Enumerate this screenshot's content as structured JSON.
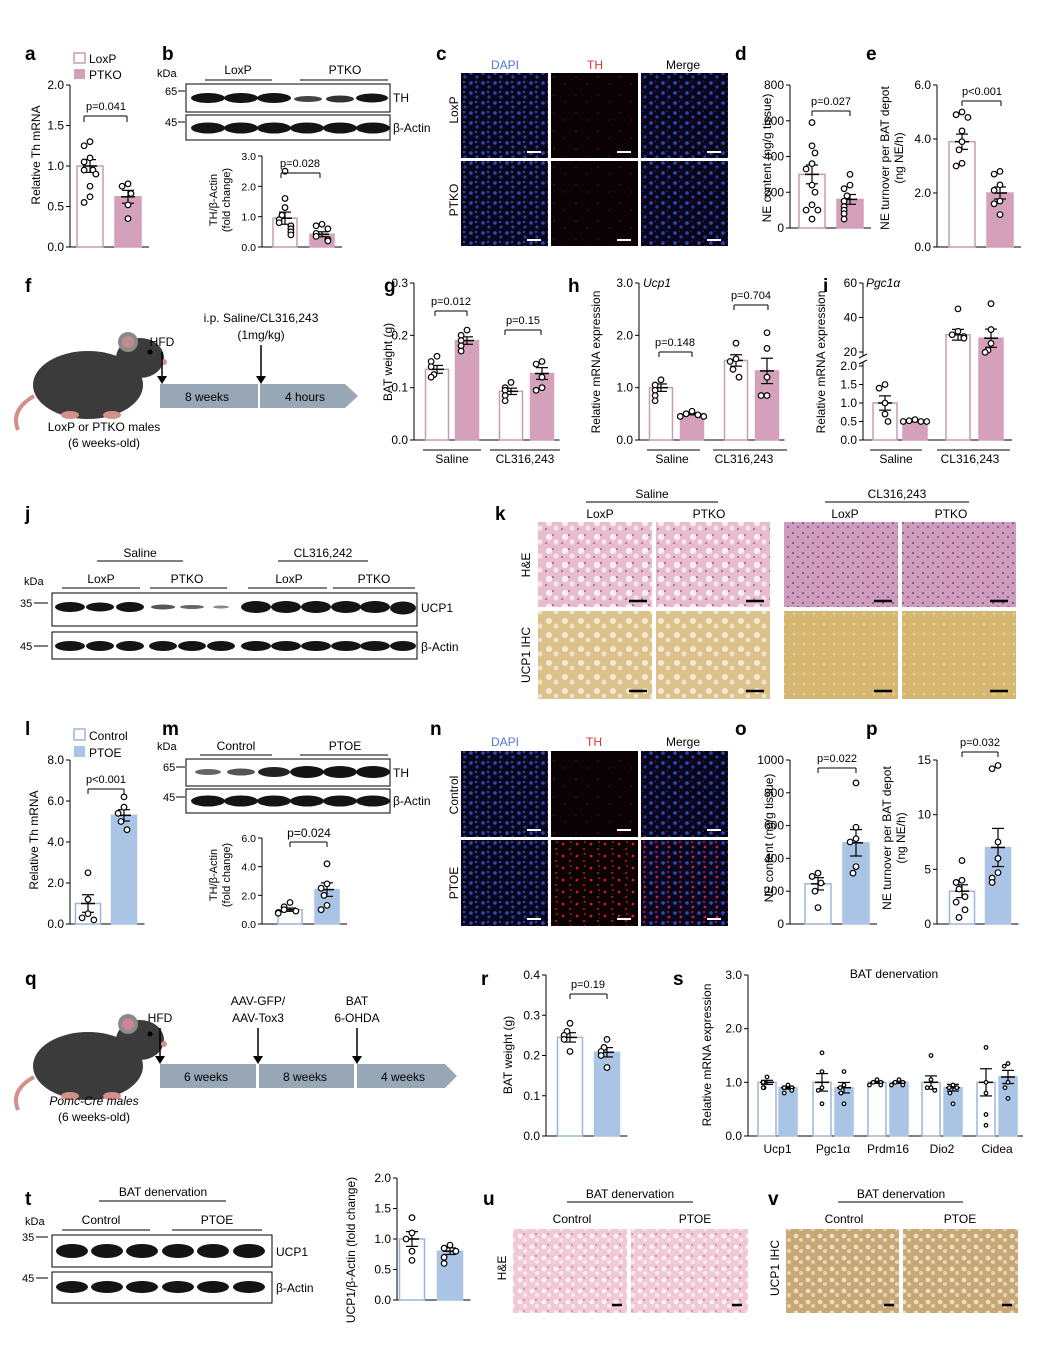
{
  "colors": {
    "loxp_edge": "#c79bb4",
    "ptko_fill": "#d5a1ba",
    "ctrl_edge": "#9bb6d8",
    "ptoe_fill": "#a9c4e5",
    "arrow": "#98a7b5",
    "dapi": "#5572d6",
    "th": "#d93636"
  },
  "panels": {
    "a": {
      "letter": "a",
      "legend": [
        "LoxP",
        "PTKO"
      ],
      "ylabel": "Relative Th mRNA",
      "p": "p=0.041"
    },
    "b": {
      "letter": "b",
      "kda": "kDa",
      "groups": [
        "LoxP",
        "PTKO"
      ],
      "markers": [
        "65",
        "45"
      ],
      "bands": [
        "TH",
        "β-Actin"
      ],
      "ylabel1": "TH/β-Actin",
      "ylabel2": "(fold change)",
      "p": "p=0.028"
    },
    "c": {
      "letter": "c",
      "cols": [
        "DAPI",
        "TH",
        "Merge"
      ],
      "rows": [
        "LoxP",
        "PTKO"
      ]
    },
    "d": {
      "letter": "d",
      "ylabel": "NE content (ng/g tissue)",
      "p": "p=0.027"
    },
    "e": {
      "letter": "e",
      "ylabel1": "NE turnover per BAT depot",
      "ylabel2": "(ng NE/h)",
      "p": "p<0.001"
    },
    "f": {
      "letter": "f",
      "hfd": "HFD",
      "inj1": "i.p. Saline/CL316,243",
      "inj2": "(1mg/kg)",
      "seg1": "8 weeks",
      "seg2": "4 hours",
      "mouse1": "LoxP or PTKO males",
      "mouse2": "(6 weeks-old)"
    },
    "g": {
      "letter": "g",
      "ylabel": "BAT weight (g)",
      "groups": [
        "Saline",
        "CL316,243"
      ],
      "p1": "p=0.012",
      "p2": "p=0.15"
    },
    "h": {
      "letter": "h",
      "title": "Ucp1",
      "ylabel": "Relative mRNA expression",
      "groups": [
        "Saline",
        "CL316,243"
      ],
      "p1": "p=0.148",
      "p2": "p=0.704"
    },
    "i": {
      "letter": "i",
      "title": "Pgc1α",
      "ylabel": "Relative mRNA expression",
      "groups": [
        "Saline",
        "CL316,243"
      ]
    },
    "j": {
      "letter": "j",
      "kda": "kDa",
      "treat": [
        "Saline",
        "CL316,242"
      ],
      "groups": [
        "LoxP",
        "PTKO",
        "LoxP",
        "PTKO"
      ],
      "markers": [
        "35",
        "45"
      ],
      "bands": [
        "UCP1",
        "β-Actin"
      ]
    },
    "k": {
      "letter": "k",
      "treat": [
        "Saline",
        "CL316,243"
      ],
      "cols": [
        "LoxP",
        "PTKO",
        "LoxP",
        "PTKO"
      ],
      "rows": [
        "H&E",
        "UCP1 IHC"
      ]
    },
    "l": {
      "letter": "l",
      "legend": [
        "Control",
        "PTOE"
      ],
      "ylabel": "Relative Th mRNA",
      "p": "p<0.001"
    },
    "m": {
      "letter": "m",
      "kda": "kDa",
      "groups": [
        "Control",
        "PTOE"
      ],
      "markers": [
        "65",
        "45"
      ],
      "bands": [
        "TH",
        "β-Actin"
      ],
      "ylabel1": "TH/β-Actin",
      "ylabel2": "(fold change)",
      "p": "p=0.024"
    },
    "n": {
      "letter": "n",
      "cols": [
        "DAPI",
        "TH",
        "Merge"
      ],
      "rows": [
        "Control",
        "PTOE"
      ]
    },
    "o": {
      "letter": "o",
      "ylabel": "NE content (ng/g tissue)",
      "p": "p=0.022"
    },
    "p": {
      "letter": "p",
      "ylabel1": "NE turnover per BAT depot",
      "ylabel2": "(ng NE/h)",
      "p": "p=0.032"
    },
    "q": {
      "letter": "q",
      "hfd": "HFD",
      "inj1": "AAV-GFP/",
      "inj2": "AAV-Tox3",
      "bat1": "BAT",
      "bat2": "6-OHDA",
      "seg1": "6 weeks",
      "seg2": "8 weeks",
      "seg3": "4 weeks",
      "mouse1": "Pomc-Cre males",
      "mouse2": "(6 weeks-old)"
    },
    "r": {
      "letter": "r",
      "ylabel": "BAT weight (g)",
      "p": "p=0.19"
    },
    "s": {
      "letter": "s",
      "title": "BAT denervation",
      "ylabel": "Relative mRNA expression",
      "genes": [
        "Ucp1",
        "Pgc1α",
        "Prdm16",
        "Dio2",
        "Cidea"
      ]
    },
    "t": {
      "letter": "t",
      "title": "BAT denervation",
      "kda": "kDa",
      "groups": [
        "Control",
        "PTOE"
      ],
      "markers": [
        "35",
        "45"
      ],
      "bands": [
        "UCP1",
        "β-Actin"
      ],
      "ylabel": "UCP1/β-Actin (fold change)"
    },
    "u": {
      "letter": "u",
      "title": "BAT denervation",
      "cols": [
        "Control",
        "PTOE"
      ],
      "row": "H&E"
    },
    "v": {
      "letter": "v",
      "title": "BAT denervation",
      "cols": [
        "Control",
        "PTOE"
      ],
      "row": "UCP1 IHC"
    }
  },
  "chart_data": [
    {
      "panel": "a",
      "type": "bar",
      "series": [
        {
          "name": "LoxP",
          "values": [
            1.0
          ],
          "points": [
            1.3,
            1.25,
            1.1,
            1.05,
            0.95,
            0.9,
            0.75,
            0.62,
            0.55,
            0.95
          ]
        },
        {
          "name": "PTKO",
          "values": [
            0.62
          ],
          "points": [
            0.78,
            0.75,
            0.66,
            0.52,
            0.35
          ]
        }
      ],
      "ylim": [
        0,
        2.0
      ],
      "ticks": [
        0.0,
        0.5,
        1.0,
        1.5,
        2.0
      ]
    },
    {
      "panel": "b",
      "type": "bar",
      "categories": [
        "LoxP",
        "PTKO"
      ],
      "values": [
        0.95,
        0.42
      ],
      "points": [
        [
          2.5,
          1.6,
          1.3,
          1.05,
          0.9,
          0.8,
          0.7,
          0.6,
          0.5,
          0.4
        ],
        [
          0.75,
          0.7,
          0.6,
          0.45,
          0.35,
          0.25,
          0.2
        ]
      ],
      "ylim": [
        0,
        3.0
      ],
      "ticks": [
        0.0,
        1.0,
        2.0,
        3.0
      ]
    },
    {
      "panel": "d",
      "type": "bar",
      "categories": [
        "LoxP",
        "PTKO"
      ],
      "values": [
        300,
        160
      ],
      "points": [
        [
          590,
          460,
          420,
          360,
          330,
          240,
          200,
          130,
          100,
          100,
          50
        ],
        [
          300,
          240,
          220,
          180,
          150,
          120,
          100,
          80,
          50
        ]
      ],
      "ylim": [
        0,
        800
      ],
      "ticks": [
        0,
        200,
        400,
        600,
        800
      ]
    },
    {
      "panel": "e",
      "type": "bar",
      "categories": [
        "LoxP",
        "PTKO"
      ],
      "values": [
        3.9,
        2.0
      ],
      "points": [
        [
          5.0,
          4.9,
          4.8,
          4.3,
          3.9,
          3.6,
          3.1,
          3.0
        ],
        [
          2.8,
          2.7,
          2.3,
          2.1,
          1.7,
          1.6,
          1.2
        ]
      ],
      "ylim": [
        0,
        6.0
      ],
      "ticks": [
        0.0,
        2.0,
        4.0,
        6.0
      ]
    },
    {
      "panel": "g",
      "type": "bar",
      "categories": [
        "Saline",
        "CL316,243"
      ],
      "series": [
        {
          "name": "LoxP",
          "values": [
            0.135,
            0.093
          ],
          "points": [
            [
              0.16,
              0.15,
              0.14,
              0.125,
              0.12
            ],
            [
              0.11,
              0.1,
              0.095,
              0.085,
              0.075
            ]
          ]
        },
        {
          "name": "PTKO",
          "values": [
            0.19,
            0.127
          ],
          "points": [
            [
              0.21,
              0.2,
              0.19,
              0.18,
              0.17
            ],
            [
              0.15,
              0.145,
              0.12,
              0.1,
              0.095
            ]
          ]
        }
      ],
      "ylim": [
        0,
        0.3
      ],
      "ticks": [
        0.0,
        0.1,
        0.2,
        0.3
      ]
    },
    {
      "panel": "h",
      "type": "bar",
      "categories": [
        "Saline",
        "CL316,243"
      ],
      "series": [
        {
          "name": "LoxP",
          "values": [
            1.0,
            1.52
          ],
          "points": [
            [
              1.15,
              1.05,
              0.95,
              0.85,
              0.75
            ],
            [
              1.85,
              1.55,
              1.5,
              1.35,
              1.2
            ]
          ]
        },
        {
          "name": "PTKO",
          "values": [
            0.5,
            1.32
          ],
          "points": [
            [
              0.55,
              0.5,
              0.48,
              0.45,
              0.45
            ],
            [
              2.05,
              1.75,
              1.2,
              0.85,
              0.85
            ]
          ]
        }
      ],
      "ylim": [
        0,
        3.0
      ],
      "ticks": [
        0.0,
        1.0,
        2.0,
        3.0
      ]
    },
    {
      "panel": "i",
      "type": "bar",
      "categories": [
        "Saline",
        "CL316,243"
      ],
      "series": [
        {
          "name": "LoxP",
          "values": [
            1.0,
            30
          ],
          "points": [
            [
              1.5,
              1.4,
              1.0,
              0.7,
              0.5
            ],
            [
              45,
              32,
              30,
              29,
              28
            ]
          ]
        },
        {
          "name": "PTKO",
          "values": [
            0.5,
            28
          ],
          "points": [
            [
              0.55,
              0.52,
              0.5,
              0.5,
              0.5
            ],
            [
              48,
              33,
              25,
              21,
              19
            ]
          ]
        }
      ],
      "ylim": [
        0,
        60
      ],
      "scale": "broken",
      "ticks": [
        "0.0",
        "0.5",
        "1.0",
        "1.5",
        "2.0",
        "20",
        "40",
        "60"
      ]
    },
    {
      "panel": "l",
      "type": "bar",
      "series": [
        {
          "name": "Control",
          "values": [
            1.0
          ],
          "points": [
            2.5,
            1.2,
            0.5,
            0.3,
            0.2
          ]
        },
        {
          "name": "PTOE",
          "values": [
            5.3
          ],
          "points": [
            6.2,
            5.7,
            5.4,
            5.0,
            4.6
          ]
        }
      ],
      "ylim": [
        0,
        8.0
      ],
      "ticks": [
        0.0,
        2.0,
        4.0,
        6.0,
        8.0
      ]
    },
    {
      "panel": "m",
      "type": "bar",
      "categories": [
        "Control",
        "PTOE"
      ],
      "values": [
        1.0,
        2.4
      ],
      "points": [
        [
          1.5,
          1.2,
          1.0,
          0.9,
          0.8,
          0.75
        ],
        [
          4.2,
          2.8,
          2.5,
          2.0,
          1.3,
          1.0
        ]
      ],
      "ylim": [
        0,
        6.0
      ],
      "ticks": [
        0.0,
        2.0,
        4.0,
        6.0
      ]
    },
    {
      "panel": "o",
      "type": "bar",
      "categories": [
        "Control",
        "PTOE"
      ],
      "values": [
        245,
        495
      ],
      "points": [
        [
          310,
          290,
          250,
          200,
          100
        ],
        [
          860,
          590,
          520,
          500,
          350,
          310
        ]
      ],
      "ylim": [
        0,
        1000
      ],
      "ticks": [
        0,
        200,
        400,
        600,
        800,
        1000
      ]
    },
    {
      "panel": "p",
      "type": "bar",
      "categories": [
        "Control",
        "PTOE"
      ],
      "values": [
        3.0,
        7.0
      ],
      "points": [
        [
          5.8,
          4.0,
          3.8,
          3.2,
          2.5,
          2.0,
          1.3,
          0.6
        ],
        [
          14.5,
          14.2,
          7.5,
          6.0,
          4.7,
          4.2,
          3.8
        ]
      ],
      "ylim": [
        0,
        15
      ],
      "ticks": [
        0,
        5,
        10,
        15
      ]
    },
    {
      "panel": "r",
      "type": "bar",
      "categories": [
        "Control",
        "PTOE"
      ],
      "values": [
        0.245,
        0.208
      ],
      "points": [
        [
          0.28,
          0.26,
          0.25,
          0.24,
          0.21
        ],
        [
          0.24,
          0.22,
          0.21,
          0.2,
          0.17
        ]
      ],
      "ylim": [
        0,
        0.4
      ],
      "ticks": [
        0.0,
        0.1,
        0.2,
        0.3,
        0.4
      ]
    },
    {
      "panel": "s",
      "type": "bar",
      "categories": [
        "Ucp1",
        "Pgc1α",
        "Prdm16",
        "Dio2",
        "Cidea"
      ],
      "series": [
        {
          "name": "Control",
          "values": [
            1.0,
            1.0,
            1.0,
            1.0,
            1.0
          ],
          "points": [
            [
              1.1,
              1.0,
              1.0,
              0.9,
              0.9
            ],
            [
              1.55,
              1.2,
              0.9,
              0.85,
              0.6
            ],
            [
              1.05,
              1.0,
              1.0,
              0.95,
              0.95
            ],
            [
              1.5,
              1.05,
              0.9,
              0.9,
              0.85
            ],
            [
              1.65,
              1.0,
              0.8,
              0.4,
              0.2
            ]
          ]
        },
        {
          "name": "PTOE",
          "values": [
            0.9,
            0.9,
            1.0,
            0.9,
            1.1
          ],
          "points": [
            [
              0.95,
              0.9,
              0.9,
              0.85,
              0.8
            ],
            [
              1.2,
              0.95,
              0.9,
              0.8,
              0.6
            ],
            [
              1.05,
              1.0,
              1.0,
              0.95,
              0.95
            ],
            [
              0.95,
              0.9,
              0.9,
              0.8,
              0.6
            ],
            [
              1.35,
              1.3,
              1.0,
              0.9,
              0.7
            ]
          ]
        }
      ],
      "ylim": [
        0,
        3.0
      ],
      "ticks": [
        0.0,
        1.0,
        2.0,
        3.0
      ]
    },
    {
      "panel": "t",
      "type": "bar",
      "categories": [
        "Control",
        "PTOE"
      ],
      "values": [
        1.0,
        0.8
      ],
      "points": [
        [
          1.35,
          1.1,
          1.0,
          0.8,
          0.65
        ],
        [
          0.9,
          0.85,
          0.8,
          0.7,
          0.6
        ]
      ],
      "ylim": [
        0,
        2.0
      ],
      "ticks": [
        0.0,
        0.5,
        1.0,
        1.5,
        2.0
      ]
    }
  ]
}
